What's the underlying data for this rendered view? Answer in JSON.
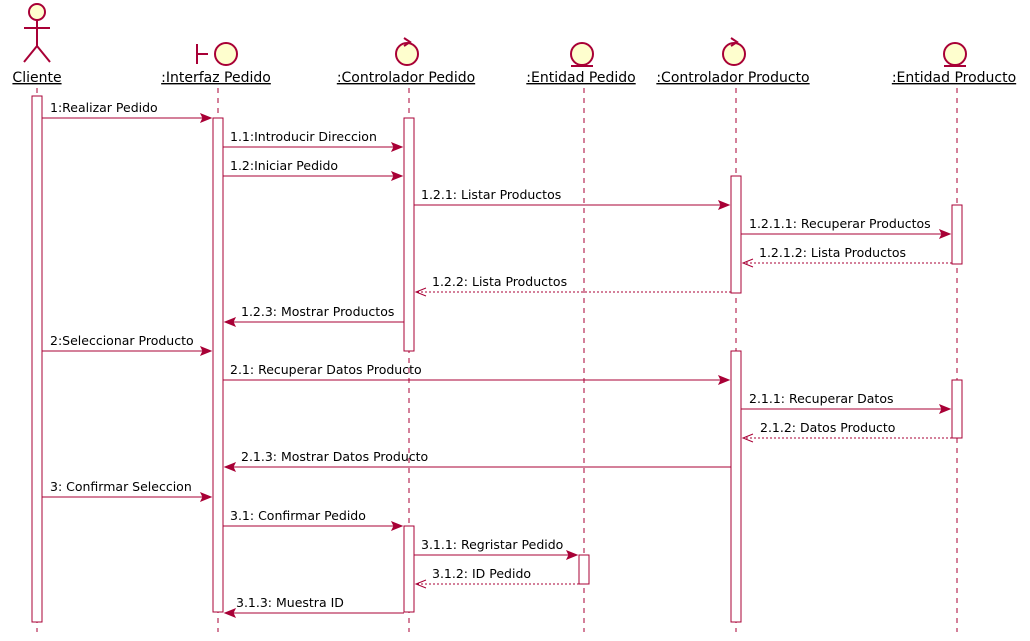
{
  "colors": {
    "line": "#a80036",
    "fill": "#fefece",
    "text": "#000000",
    "background": "#ffffff"
  },
  "participants": [
    {
      "id": "cliente",
      "name": "Cliente",
      "kind": "actor"
    },
    {
      "id": "interfaz",
      "name": ":Interfaz Pedido",
      "kind": "boundary"
    },
    {
      "id": "ctrlpedido",
      "name": ":Controlador Pedido",
      "kind": "control"
    },
    {
      "id": "entpedido",
      "name": ":Entidad Pedido",
      "kind": "entity"
    },
    {
      "id": "ctrlproducto",
      "name": ":Controlador Producto",
      "kind": "control"
    },
    {
      "id": "entproducto",
      "name": ":Entidad Producto",
      "kind": "entity"
    }
  ],
  "messages": [
    {
      "from": "cliente",
      "to": "interfaz",
      "label": "1:Realizar Pedido",
      "style": "sync"
    },
    {
      "from": "interfaz",
      "to": "ctrlpedido",
      "label": "1.1:Introducir Direccion",
      "style": "sync"
    },
    {
      "from": "interfaz",
      "to": "ctrlpedido",
      "label": "1.2:Iniciar Pedido",
      "style": "sync"
    },
    {
      "from": "ctrlpedido",
      "to": "ctrlproducto",
      "label": "1.2.1: Listar Productos",
      "style": "sync"
    },
    {
      "from": "ctrlproducto",
      "to": "entproducto",
      "label": "1.2.1.1: Recuperar Productos",
      "style": "sync"
    },
    {
      "from": "entproducto",
      "to": "ctrlproducto",
      "label": "1.2.1.2: Lista Productos",
      "style": "return"
    },
    {
      "from": "ctrlproducto",
      "to": "ctrlpedido",
      "label": "1.2.2: Lista Productos",
      "style": "return"
    },
    {
      "from": "ctrlpedido",
      "to": "interfaz",
      "label": "1.2.3: Mostrar Productos",
      "style": "sync"
    },
    {
      "from": "cliente",
      "to": "interfaz",
      "label": "2:Seleccionar Producto",
      "style": "sync"
    },
    {
      "from": "interfaz",
      "to": "ctrlproducto",
      "label": "2.1: Recuperar Datos Producto",
      "style": "sync"
    },
    {
      "from": "ctrlproducto",
      "to": "entproducto",
      "label": "2.1.1: Recuperar Datos",
      "style": "sync"
    },
    {
      "from": "entproducto",
      "to": "ctrlproducto",
      "label": "2.1.2: Datos Producto",
      "style": "return"
    },
    {
      "from": "ctrlproducto",
      "to": "interfaz",
      "label": "2.1.3: Mostrar Datos Producto",
      "style": "sync"
    },
    {
      "from": "cliente",
      "to": "interfaz",
      "label": "3: Confirmar Seleccion",
      "style": "sync"
    },
    {
      "from": "interfaz",
      "to": "ctrlpedido",
      "label": "3.1: Confirmar Pedido",
      "style": "sync"
    },
    {
      "from": "ctrlpedido",
      "to": "entpedido",
      "label": "3.1.1: Regristar Pedido",
      "style": "sync"
    },
    {
      "from": "entpedido",
      "to": "ctrlpedido",
      "label": "3.1.2: ID Pedido",
      "style": "return"
    },
    {
      "from": "ctrlpedido",
      "to": "interfaz",
      "label": "3.1.3: Muestra ID",
      "style": "sync"
    }
  ]
}
